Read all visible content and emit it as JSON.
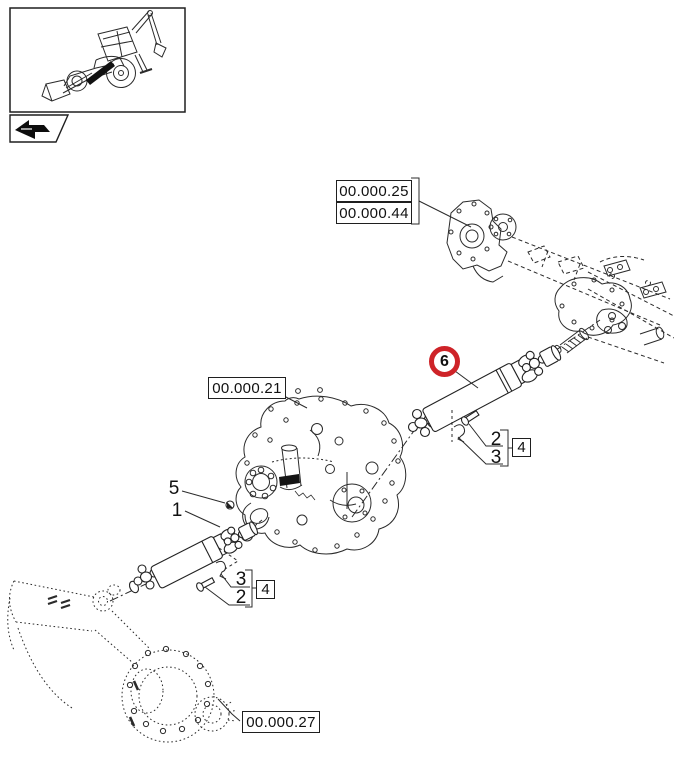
{
  "colors": {
    "ink": "#2b2b2b",
    "highlight_red": "#ce2328",
    "background": "#ffffff"
  },
  "thumbnail": {
    "machine": "backhoe-loader",
    "nav_icon": "back-arrow-icon"
  },
  "refs": {
    "front_axle_a": "00.000.25",
    "front_axle_b": "00.000.44",
    "transmission": "00.000.21",
    "rear_axle": "00.000.27"
  },
  "callouts": {
    "front_driveshaft": "6",
    "rear_driveshaft": "1",
    "plug": "5",
    "front_bolt": "2",
    "front_clamp": "3",
    "front_kit": "4",
    "rear_clamp": "3",
    "rear_bolt": "2",
    "rear_kit": "4"
  }
}
